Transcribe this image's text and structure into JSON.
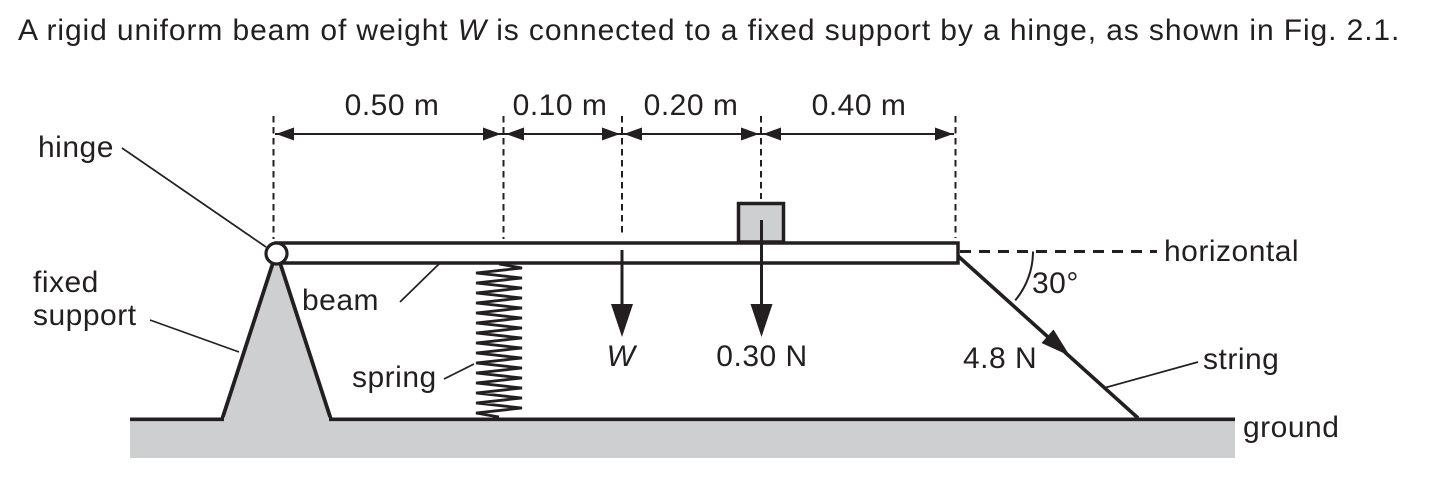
{
  "figure": {
    "title": {
      "pre": "A rigid uniform beam of weight ",
      "symbol": "W",
      "post": " is connected to a fixed support by a hinge, as shown in Fig. 2.1."
    },
    "dimensions": {
      "d1": "0.50 m",
      "d2": "0.10 m",
      "d3": "0.20 m",
      "d4": "0.40 m"
    },
    "labels": {
      "hinge": "hinge",
      "fixed_support_line1": "fixed",
      "fixed_support_line2": "support",
      "beam": "beam",
      "spring": "spring",
      "weight_symbol": "W",
      "load_force": "0.30 N",
      "angle": "30°",
      "string_tension": "4.8 N",
      "horizontal": "horizontal",
      "string": "string",
      "ground": "ground"
    },
    "colors": {
      "ink": "#231f20",
      "surface": "#cecfd1",
      "background": "#ffffff"
    }
  }
}
